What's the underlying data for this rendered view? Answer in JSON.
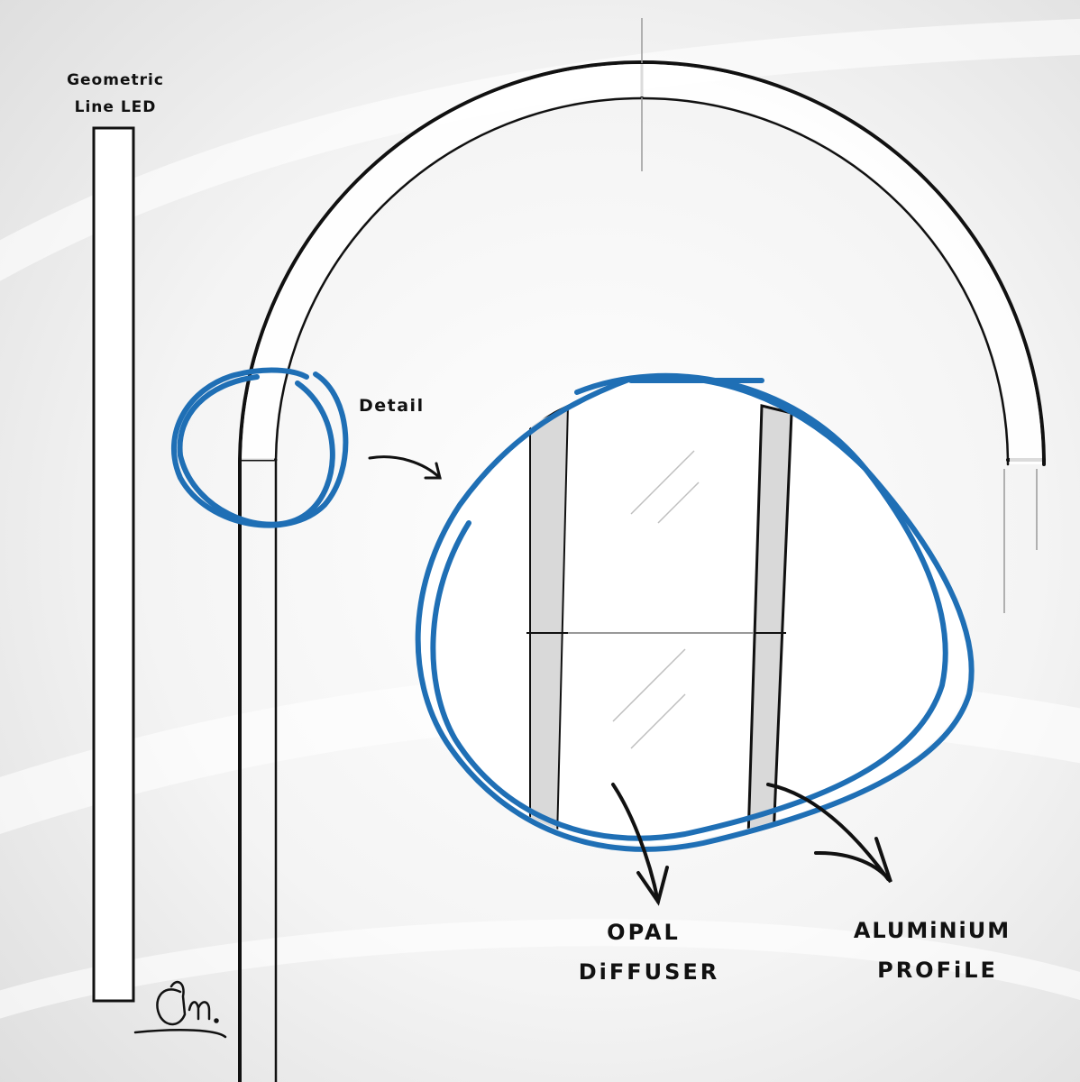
{
  "title": {
    "line1": "Geometric",
    "line2": "Line LED"
  },
  "labels": {
    "detail": "Detail",
    "opal_line1": "OPAL",
    "opal_line2": "DiFFUSER",
    "alu_line1": "ALUMiNiUM",
    "alu_line2": "PROFiLE"
  },
  "colors": {
    "accent_blue": "#1f6fb5",
    "stroke": "#111111",
    "profile_fill": "#d9d9d9",
    "background": "#ececec"
  }
}
